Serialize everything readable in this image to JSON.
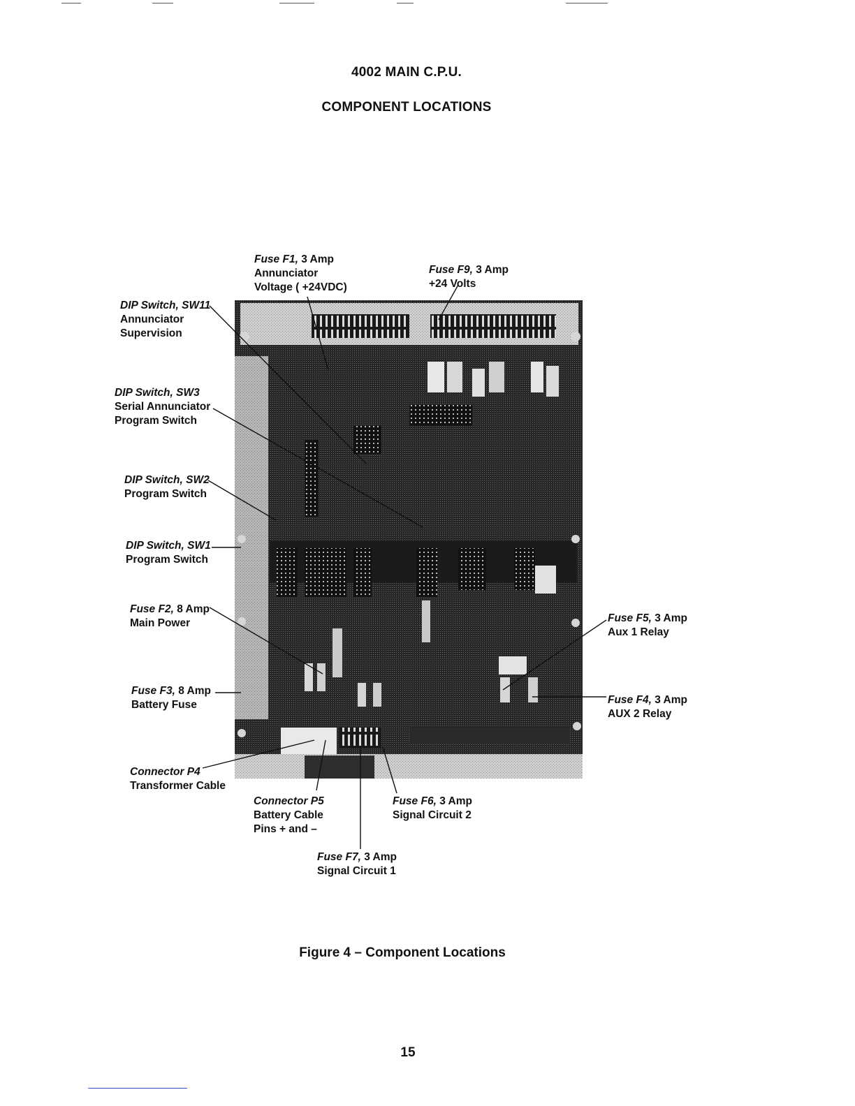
{
  "header": {
    "title": "4002 MAIN C.P.U.",
    "subtitle": "COMPONENT LOCATIONS"
  },
  "labels": [
    {
      "id": "fuse-f1",
      "part": "Fuse F1,",
      "rating": " 3 Amp",
      "lines": [
        "Annunciator",
        "Voltage ( +24VDC)"
      ]
    },
    {
      "id": "fuse-f9",
      "part": "Fuse F9,",
      "rating": " 3 Amp",
      "lines": [
        "+24 Volts"
      ]
    },
    {
      "id": "sw11",
      "part": "DIP Switch, SW11",
      "rating": "",
      "lines": [
        "Annunciator",
        "Supervision"
      ]
    },
    {
      "id": "sw3",
      "part": "DIP Switch, SW3",
      "rating": "",
      "lines": [
        "Serial Annunciator",
        "Program Switch"
      ]
    },
    {
      "id": "sw2",
      "part": "DIP Switch, SW2",
      "rating": "",
      "lines": [
        "Program Switch"
      ]
    },
    {
      "id": "sw1",
      "part": "DIP Switch, SW1",
      "rating": "",
      "lines": [
        "Program Switch"
      ]
    },
    {
      "id": "fuse-f2",
      "part": "Fuse F2,",
      "rating": " 8 Amp",
      "lines": [
        "Main Power"
      ]
    },
    {
      "id": "fuse-f3",
      "part": "Fuse F3,",
      "rating": " 8 Amp",
      "lines": [
        "Battery Fuse"
      ]
    },
    {
      "id": "connector-p4",
      "part": "Connector P4",
      "rating": "",
      "lines": [
        "Transformer Cable"
      ]
    },
    {
      "id": "connector-p5",
      "part": "Connector P5",
      "rating": "",
      "lines": [
        "Battery Cable",
        "Pins + and –"
      ]
    },
    {
      "id": "fuse-f6",
      "part": "Fuse F6,",
      "rating": " 3 Amp",
      "lines": [
        "Signal Circuit 2"
      ]
    },
    {
      "id": "fuse-f7",
      "part": "Fuse F7,",
      "rating": " 3 Amp",
      "lines": [
        "Signal Circuit 1"
      ]
    },
    {
      "id": "fuse-f5",
      "part": "Fuse F5,",
      "rating": " 3 Amp",
      "lines": [
        "Aux 1 Relay"
      ]
    },
    {
      "id": "fuse-f4",
      "part": "Fuse F4,",
      "rating": " 3 Amp",
      "lines": [
        "AUX 2 Relay"
      ]
    }
  ],
  "figure": {
    "caption": "Figure 4 – Component Locations",
    "page_number": "15"
  }
}
